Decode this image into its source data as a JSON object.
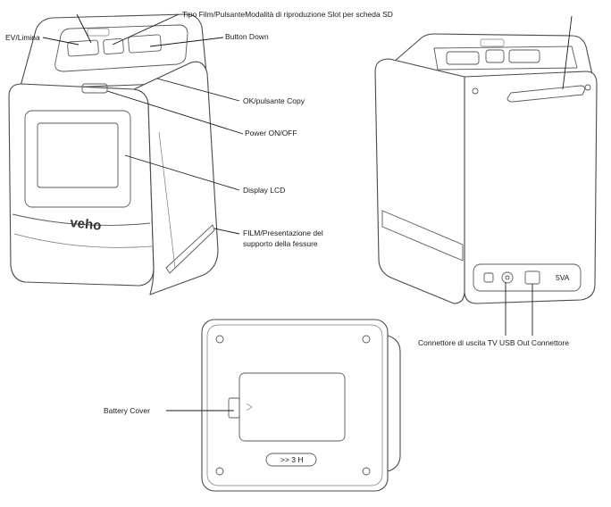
{
  "labels": {
    "ev_trimming": "EV/Limina",
    "film_type": "Tipo Film/PulsanteModalità di riproduzione Slot per scheda SD",
    "button_down": "Button Down",
    "ok_copy": "OK/pulsante Copy",
    "power": "Power ON/OFF",
    "lcd": "Display LCD",
    "film_slot_line1": "FILM/Presentazione del",
    "film_slot_line2": "supporto della fessure",
    "ports": "Connettore di uscita TV USB Out Connettore",
    "battery_cover": "Battery Cover"
  },
  "device": {
    "brand": "veho",
    "back_port_text": "5VA"
  }
}
